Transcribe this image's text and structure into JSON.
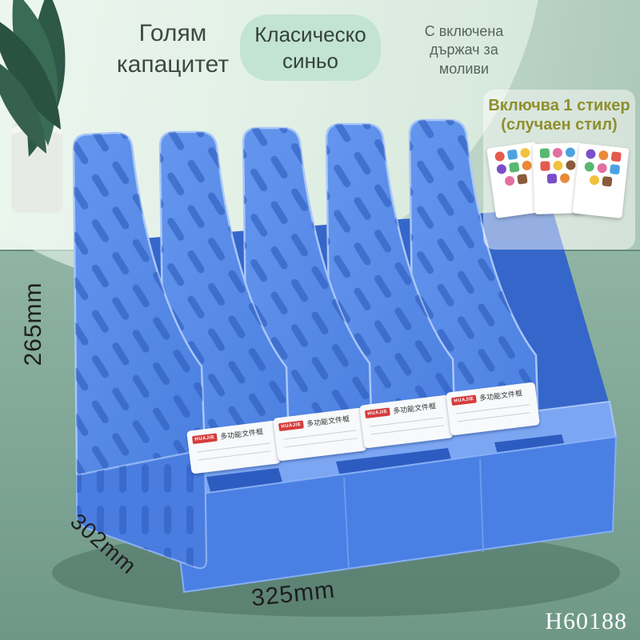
{
  "header": {
    "capacity_text": "Голям капацитет",
    "color_badge": "Класическо синьо",
    "pencil_note": "С включена държач за моливи"
  },
  "sticker_panel": {
    "title": "Включва 1 стикер (случаен стил)"
  },
  "product": {
    "plate_brand": "HUAJIE",
    "plate_text": "多功能文件框"
  },
  "dimensions": {
    "height": "265mm",
    "depth": "302mm",
    "width": "325mm"
  },
  "sku": "H60188",
  "colors": {
    "product_blue": "#4f83e6",
    "product_blue_dark": "#2d5cc0",
    "badge_bg": "#c3e3d3",
    "sticker_title": "#8f8f2c",
    "background_green": "#aac7b7",
    "table_green": "#7aa091",
    "brand_red": "#d63c3c"
  }
}
